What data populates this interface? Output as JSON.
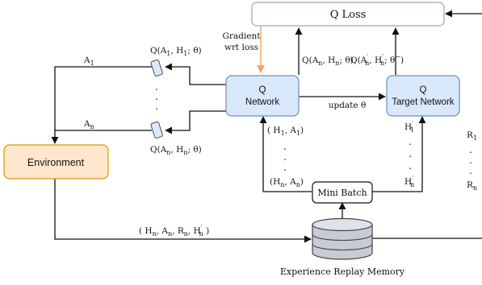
{
  "nodes": {
    "q_loss": "Q Loss",
    "q_network_line1": "Q",
    "q_network_line2": "Network",
    "target_line1": "Q",
    "target_line2": "Target Network",
    "environment": "Environment",
    "mini_batch": "Mini Batch",
    "memory_caption": "Experience Replay Memory"
  },
  "labels": {
    "gradient_line1": "Gradient",
    "gradient_line2": "wrt loss",
    "update": "update θ",
    "a1": "A",
    "a1_sub": "1",
    "an": "A",
    "an_sub": "n",
    "r1": "R",
    "r1_sub": "1",
    "rn": "R",
    "rn_sub": "n",
    "q_a1": "Q(A",
    "q_a1_sub1": "1",
    "q_a1_mid": ", H",
    "q_a1_sub2": "1",
    "q_a1_end": "; θ)",
    "q_an": "Q(A",
    "q_an_sub1": "n",
    "q_an_mid": ", H",
    "q_an_sub2": "n",
    "q_an_end": "; θ)",
    "q_out": "Q(A",
    "q_out_sub1": "n",
    "q_out_mid": ", H",
    "q_out_sub2": "n",
    "q_out_end": "; θ)",
    "qt_out": "Q(A",
    "qt_out_sub1": "n",
    "qt_out_mid": ", H",
    "qt_out_sub2": "n",
    "qt_out_end": "; θ",
    "qt_out_prime": "−",
    "qt_out_close": ")",
    "h1a1": "( H",
    "h1a1_sub1": "1",
    "h1a1_mid": ", A",
    "h1a1_sub2": "1",
    "h1a1_end": ")",
    "hnan": "(H",
    "hnan_sub1": "n",
    "hnan_mid": ", A",
    "hnan_sub2": "n",
    "hnan_end": ")",
    "h1p": "H",
    "h1p_sub": "1",
    "hnp": "H",
    "hnp_sub": "n",
    "tuple_open": "( H",
    "tuple_h_sub": "n",
    "tuple_a": ", A",
    "tuple_a_sub": "n",
    "tuple_r": ", R",
    "tuple_r_sub": "n",
    "tuple_hp": ", H",
    "tuple_hp_sub": "n",
    "tuple_close": " )",
    "prime": "′",
    "dot": "."
  },
  "colors": {
    "network_fill": "#dae8fc",
    "network_stroke": "#6c8ebf",
    "environment_fill": "#ffe6cc",
    "environment_stroke": "#d79b00",
    "gradient_arrow": "#f5a35c",
    "database_fill": "#c7cbd3"
  }
}
